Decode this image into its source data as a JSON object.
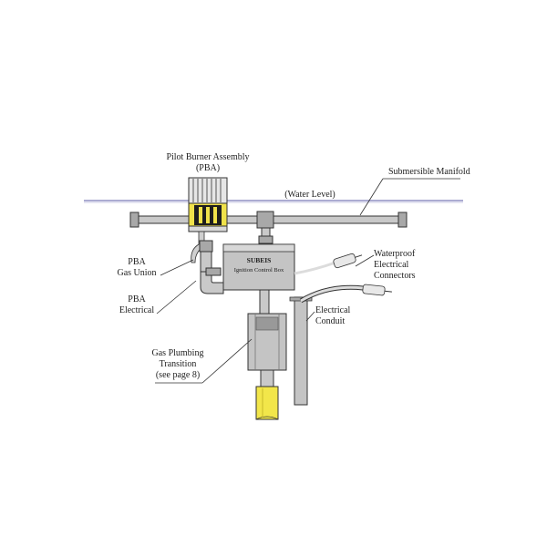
{
  "labels": {
    "pilot_burner_line1": "Pilot Burner Assembly",
    "pilot_burner_line2": "(PBA)",
    "submersible_manifold": "Submersible Manifold",
    "water_level": "(Water Level)",
    "waterproof_line1": "Waterproof",
    "waterproof_line2": "Electrical",
    "waterproof_line3": "Connectors",
    "pba_gas_union_line1": "PBA",
    "pba_gas_union_line2": "Gas Union",
    "pba_electrical_line1": "PBA",
    "pba_electrical_line2": "Electrical",
    "electrical_conduit_line1": "Electrical",
    "electrical_conduit_line2": "Conduit",
    "gas_plumbing_line1": "Gas Plumbing",
    "gas_plumbing_line2": "Transition",
    "gas_plumbing_line3": "(see page 8)"
  },
  "ignition_box": {
    "title": "SUBEIS",
    "subtitle": "Ignition Control Box"
  },
  "colors": {
    "water_line": "#7a7ab8",
    "pipe": "#c9c9c9",
    "yellow": "#f2e64a",
    "outline": "#333333"
  }
}
